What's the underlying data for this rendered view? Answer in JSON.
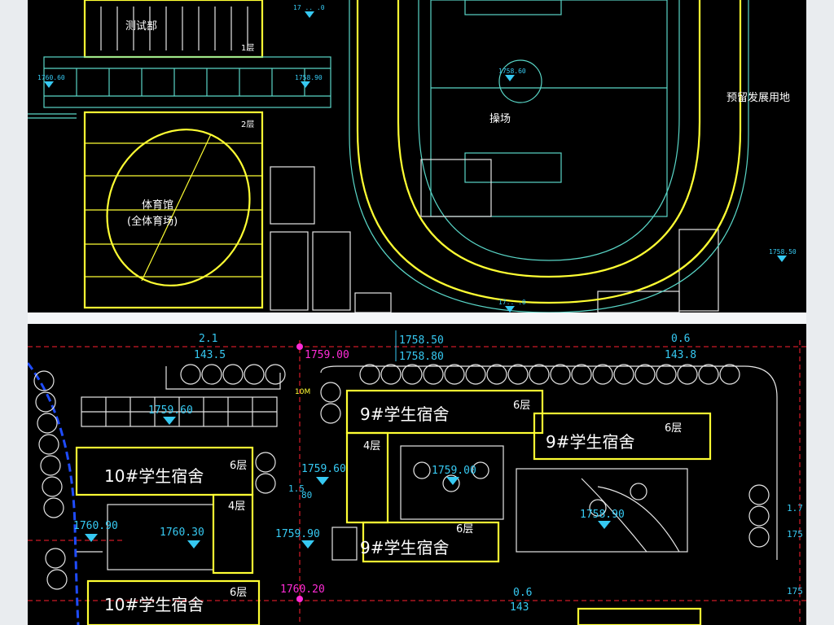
{
  "top_plan": {
    "labels": {
      "gym_top": "测试部",
      "field": "操场",
      "gym": "体育馆",
      "gym_sub": "(全体育场)",
      "reserve": "预留发展用地",
      "floors_1": "1层",
      "floors_2": "2层"
    },
    "elevations": [
      "17 .. .0",
      "1760.60",
      "1758.90",
      "1758.60",
      "1758.50",
      "17.. .0"
    ]
  },
  "bottom_plan": {
    "dims": {
      "d1_top": "2.1",
      "d1_bot": "143.5",
      "d2_top": "1758.50",
      "d2_bot": "1758.80",
      "d3_top": "0.6",
      "d3_bot": "143.8",
      "d4_top": "0.6",
      "d4_bot": "143",
      "d5": "1.5",
      "d5b": "80",
      "d6": "1.7",
      "d6b": "175",
      "d7": "175",
      "d8": "10M"
    },
    "magenta_levels": [
      "1759.00",
      "1760.20"
    ],
    "elevations": {
      "e1": "1759.60",
      "e2": "1759.60",
      "e3": "1759.00",
      "e4": "1758.90",
      "e5": "1760.90",
      "e6": "1760.30",
      "e7": "1759.90"
    },
    "dorms": [
      {
        "name": "9#学生宿舍",
        "floors": "6层"
      },
      {
        "name": "9#学生宿舍",
        "floors": "6层"
      },
      {
        "name": "9#学生宿舍",
        "floors": "6层"
      },
      {
        "name": "10#学生宿舍",
        "floors": "6层"
      },
      {
        "name": "10#学生宿舍",
        "floors": "6层"
      }
    ],
    "floor_small": [
      "4层",
      "4层"
    ]
  }
}
